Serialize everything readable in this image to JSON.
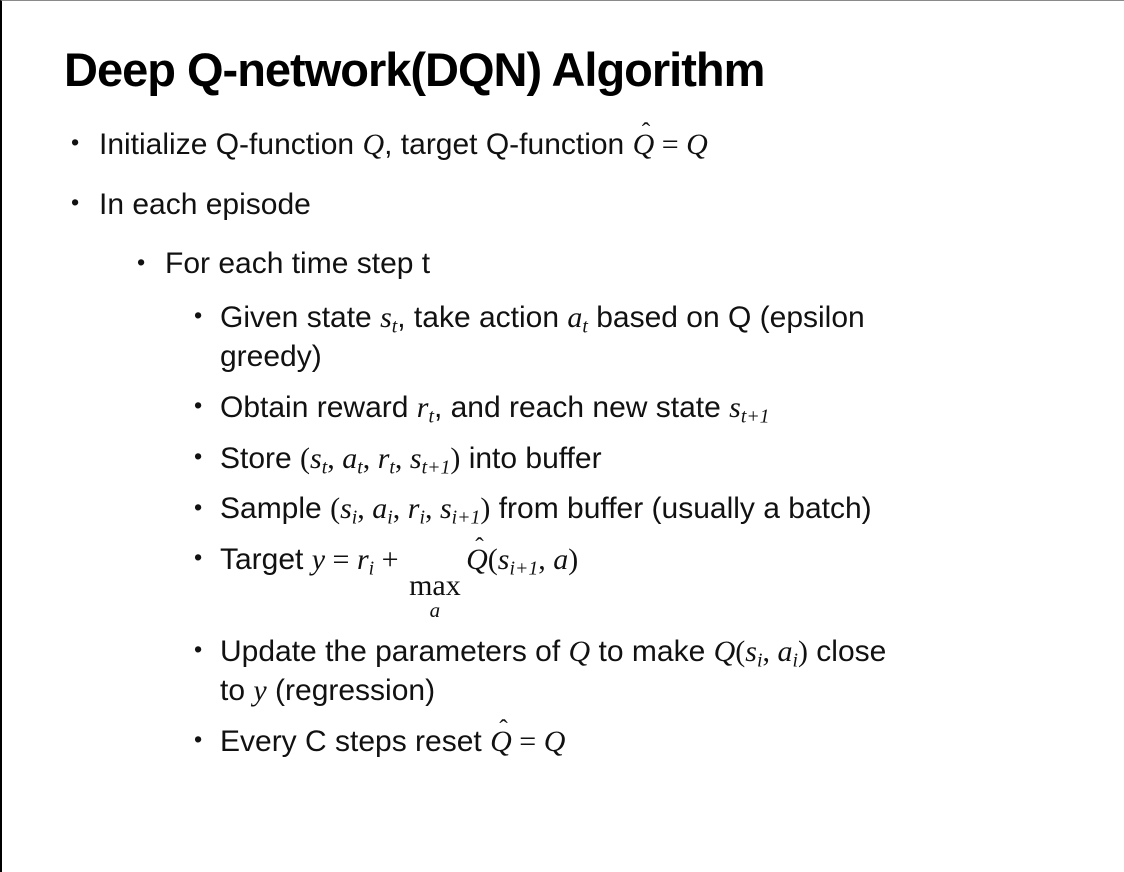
{
  "page": {
    "background_color": "#ffffff",
    "border_left_color": "#000000",
    "border_top_color": "#8a8a8a",
    "text_color": "#111111"
  },
  "slide": {
    "title": "Deep Q-network(DQN) Algorithm",
    "glyphs": {
      "hat": "ˆ",
      "bullet": "•"
    },
    "bullets": [
      {
        "level": 1,
        "parts": [
          {
            "t": "txt",
            "v": "Initialize Q-function "
          },
          {
            "t": "var",
            "v": "Q"
          },
          {
            "t": "txt",
            "v": ", target Q-function "
          },
          {
            "t": "hat",
            "v": "Q"
          },
          {
            "t": "m",
            "v": " = "
          },
          {
            "t": "var",
            "v": "Q"
          }
        ]
      },
      {
        "level": 1,
        "parts": [
          {
            "t": "txt",
            "v": "In each episode"
          }
        ]
      },
      {
        "level": 2,
        "parts": [
          {
            "t": "txt",
            "v": "For each time step t"
          }
        ]
      },
      {
        "level": 3,
        "parts": [
          {
            "t": "txt",
            "v": "Given state "
          },
          {
            "t": "vsub",
            "v": "s",
            "s": "t"
          },
          {
            "t": "txt",
            "v": ", take action "
          },
          {
            "t": "vsub",
            "v": "a",
            "s": "t"
          },
          {
            "t": "txt",
            "v": " based on Q (epsilon"
          },
          {
            "t": "br"
          },
          {
            "t": "txt",
            "v": "greedy)"
          }
        ]
      },
      {
        "level": 3,
        "parts": [
          {
            "t": "txt",
            "v": "Obtain reward "
          },
          {
            "t": "vsub",
            "v": "r",
            "s": "t"
          },
          {
            "t": "txt",
            "v": ", and reach new state "
          },
          {
            "t": "vsub",
            "v": "s",
            "s": "t+1"
          }
        ]
      },
      {
        "level": 3,
        "parts": [
          {
            "t": "txt",
            "v": "Store "
          },
          {
            "t": "m",
            "v": "("
          },
          {
            "t": "vsub",
            "v": "s",
            "s": "t"
          },
          {
            "t": "m",
            "v": ", "
          },
          {
            "t": "vsub",
            "v": "a",
            "s": "t"
          },
          {
            "t": "m",
            "v": ", "
          },
          {
            "t": "vsub",
            "v": "r",
            "s": "t"
          },
          {
            "t": "m",
            "v": ", "
          },
          {
            "t": "vsub",
            "v": "s",
            "s": "t+1"
          },
          {
            "t": "m",
            "v": ")"
          },
          {
            "t": "txt",
            "v": " into buffer"
          }
        ]
      },
      {
        "level": 3,
        "parts": [
          {
            "t": "txt",
            "v": "Sample "
          },
          {
            "t": "m",
            "v": "("
          },
          {
            "t": "vsub",
            "v": "s",
            "s": "i"
          },
          {
            "t": "m",
            "v": ", "
          },
          {
            "t": "vsub",
            "v": "a",
            "s": "i"
          },
          {
            "t": "m",
            "v": ", "
          },
          {
            "t": "vsub",
            "v": "r",
            "s": "i"
          },
          {
            "t": "m",
            "v": ", "
          },
          {
            "t": "vsub",
            "v": "s",
            "s": "i+1"
          },
          {
            "t": "m",
            "v": ")"
          },
          {
            "t": "txt",
            "v": " from buffer (usually a batch)"
          }
        ]
      },
      {
        "level": 3,
        "parts": [
          {
            "t": "txt",
            "v": "Target "
          },
          {
            "t": "var",
            "v": "y"
          },
          {
            "t": "m",
            "v": " = "
          },
          {
            "t": "vsub",
            "v": "r",
            "s": "i"
          },
          {
            "t": "m",
            "v": " + "
          },
          {
            "t": "max",
            "v": "max",
            "s": "a"
          },
          {
            "t": "hat",
            "v": "Q"
          },
          {
            "t": "m",
            "v": "("
          },
          {
            "t": "vsub",
            "v": "s",
            "s": "i+1"
          },
          {
            "t": "m",
            "v": ", "
          },
          {
            "t": "var",
            "v": "a"
          },
          {
            "t": "m",
            "v": ")"
          }
        ]
      },
      {
        "level": 3,
        "parts": [
          {
            "t": "txt",
            "v": "Update the parameters of "
          },
          {
            "t": "var",
            "v": "Q"
          },
          {
            "t": "txt",
            "v": " to make "
          },
          {
            "t": "var",
            "v": "Q"
          },
          {
            "t": "m",
            "v": "("
          },
          {
            "t": "vsub",
            "v": "s",
            "s": "i"
          },
          {
            "t": "m",
            "v": ", "
          },
          {
            "t": "vsub",
            "v": "a",
            "s": "i"
          },
          {
            "t": "m",
            "v": ")"
          },
          {
            "t": "txt",
            "v": " close"
          },
          {
            "t": "br"
          },
          {
            "t": "txt",
            "v": "to "
          },
          {
            "t": "var",
            "v": "y"
          },
          {
            "t": "txt",
            "v": " (regression)"
          }
        ]
      },
      {
        "level": 3,
        "parts": [
          {
            "t": "txt",
            "v": "Every C steps reset "
          },
          {
            "t": "hat",
            "v": "Q"
          },
          {
            "t": "m",
            "v": " = "
          },
          {
            "t": "var",
            "v": "Q"
          }
        ]
      }
    ]
  }
}
